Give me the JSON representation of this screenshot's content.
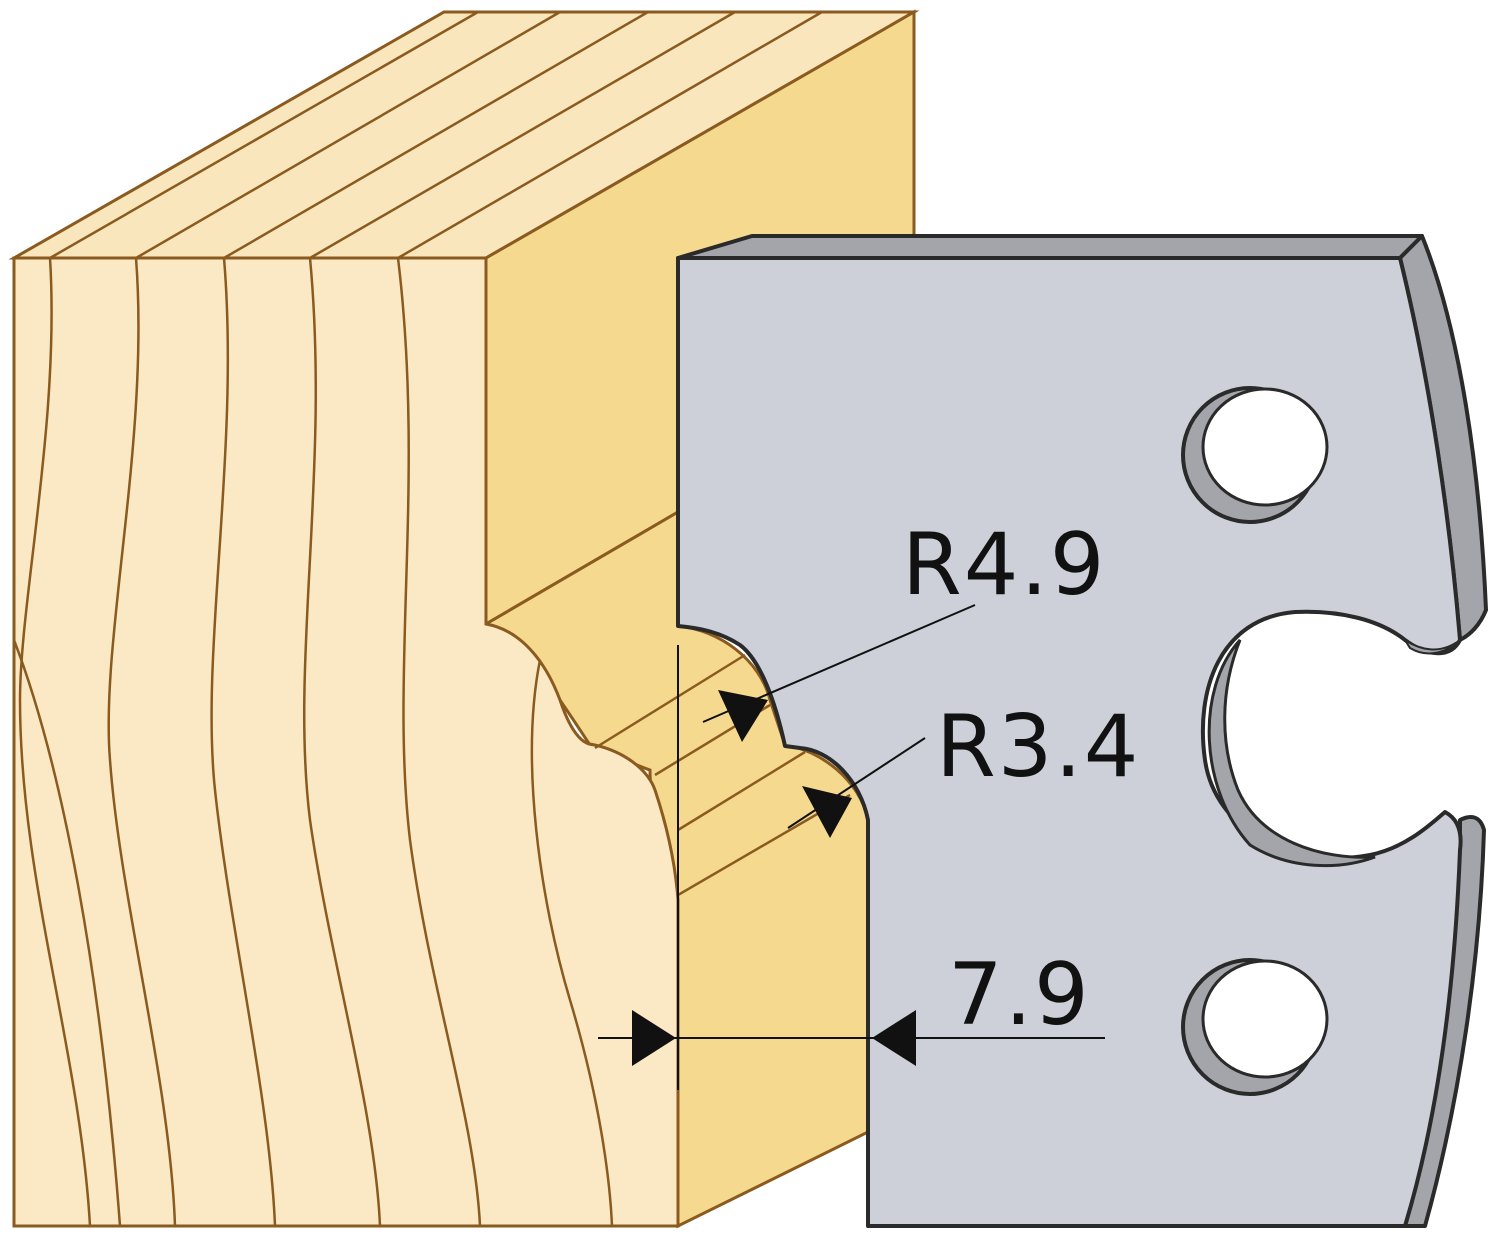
{
  "colors": {
    "wood_front": "#fbe9c6",
    "wood_top": "#f9e6bd",
    "wood_side": "#f5d98f",
    "wood_line": "#8a5a1e",
    "blade_face": "#cdd0d8",
    "blade_edge": "#a3a5ab",
    "blade_outline": "#2a2a2a",
    "hole_fill": "#ffffff",
    "dimension_line": "#111111"
  },
  "icons": {
    "wood_block": "wood-profile-block-icon",
    "blade": "profile-knife-blade-icon",
    "arrow": "dimension-arrow-icon"
  },
  "dimensions": {
    "radius_upper": "R4.9",
    "radius_lower": "R3.4",
    "width": "7.9"
  }
}
